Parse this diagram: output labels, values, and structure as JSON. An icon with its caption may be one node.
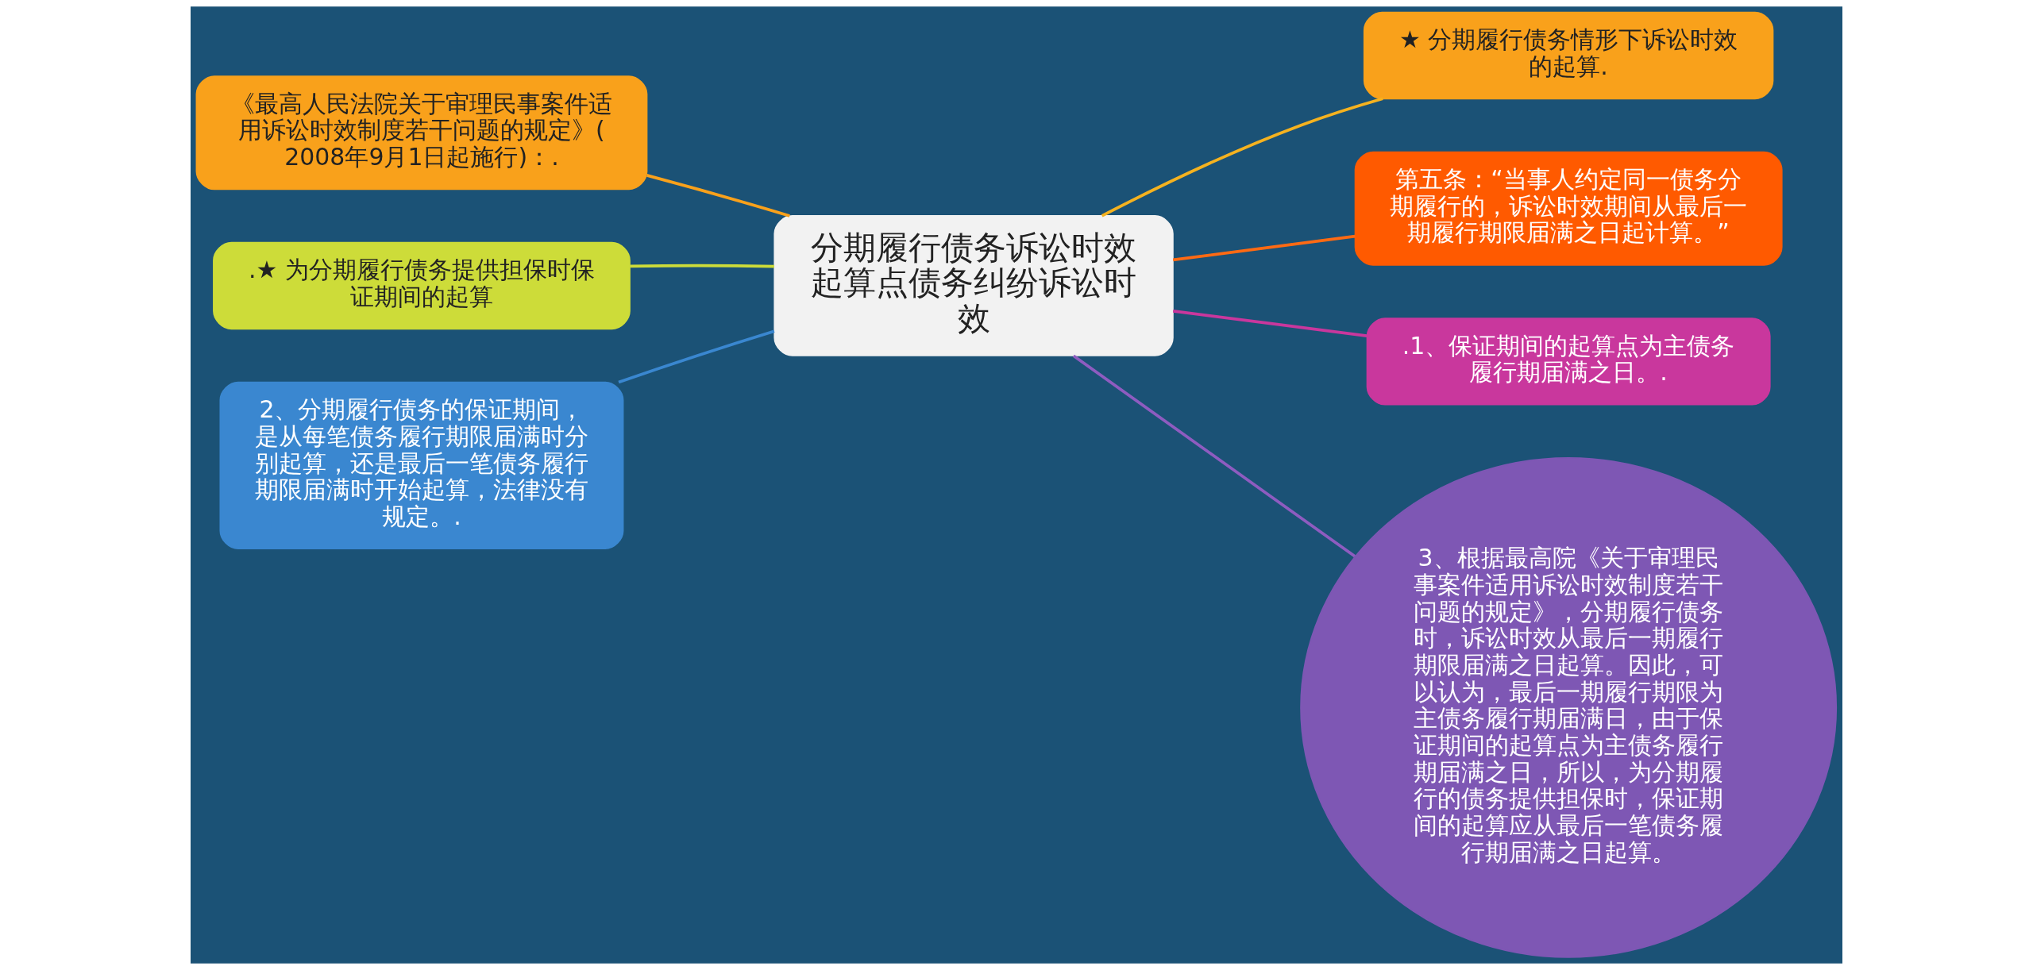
{
  "diagram": {
    "nodes": [
      {
        "text": [
          "分期履行债务诉讼时效起算点债务纠纷诉讼时效"
        ]
      },
      {
        "text": [
          "★ 分期履行债务情形下诉讼时效的起算."
        ]
      },
      {
        "text": [
          "第五条：“当事人约定同一债务分期履行的，诉讼时效期间从最后一期履行期限届满之日起计算。”"
        ]
      },
      {
        "text": [
          ".1、保证期间的起算点为主债务履行期届满之日。."
        ]
      },
      {
        "text": [
          "3、根据最高院《关于审理民事案件适用诉讼时效制度若干问题的规定》，分期履行债务时，诉讼时效从最后一期履行期限届满之日起算。因此，可以认为，最后一期履行期限为主债务履行期届满日，由于保证期间的起算点为主债务履行期届满之日，所以，为分期履行的债务提供担保时，保证期间的起算应从最后一笔债务履行期届满之日起算。"
        ]
      },
      {
        "text": [
          "《最高人民法院关于审理民事案件适用诉讼时效制度若干问题的规定》(2008年9月1日起施行)：."
        ]
      },
      {
        "text": [
          ".★ 为分期履行债务提供担保时保证期间的起算"
        ]
      },
      {
        "text": [
          "2、分期履行债务的保证期间，是从每笔债务履行期限届满时分别起算，还是最后一笔债务履行期限届满时开始起算，法律没有规定。."
        ]
      }
    ],
    "edges": [
      {
        "from": 0,
        "to": 1,
        "arrow": "none",
        "color": "#f5b21f"
      },
      {
        "from": 0,
        "to": 2,
        "arrow": "none",
        "color": "#ff6a13"
      },
      {
        "from": 0,
        "to": 3,
        "arrow": "none",
        "color": "#c9379d"
      },
      {
        "from": 0,
        "to": 4,
        "arrow": "none",
        "color": "#8e5cc0"
      },
      {
        "from": 0,
        "to": 5,
        "arrow": "none",
        "color": "#f9a11b"
      },
      {
        "from": 0,
        "to": 6,
        "arrow": "none",
        "color": "#cddc39"
      },
      {
        "from": 0,
        "to": 7,
        "arrow": "none",
        "color": "#3a87d0"
      }
    ]
  }
}
